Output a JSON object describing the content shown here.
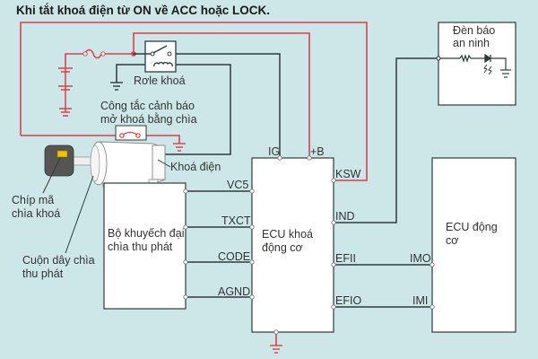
{
  "title": "Khi tắt khoá điện từ ON về ACC hoặc LOCK.",
  "components": {
    "relay": {
      "label": "Rơle khoá"
    },
    "warning_switch": {
      "label_line1": "Công tắc cảnh báo",
      "label_line2": "mở khoá bằng chìa"
    },
    "ignition_lock": {
      "label": "Khoá điện"
    },
    "key_chip": {
      "label_line1": "Chíp mã",
      "label_line2": "chìa khoá"
    },
    "coil": {
      "label_line1": "Cuộn dây chìa",
      "label_line2": "thu phát"
    },
    "amplifier": {
      "label_line1": "Bộ khuyếch đại",
      "label_line2": "chìa thu phát"
    },
    "immobilizer_ecu": {
      "label_line1": "ECU khoá",
      "label_line2": "động cơ",
      "pins_top": [
        "IG",
        "+B"
      ],
      "pins_left": [
        "VC5",
        "TXCT",
        "CODE",
        "AGND"
      ],
      "pins_right": [
        "KSW",
        "IND",
        "EFII",
        "EFIO"
      ]
    },
    "engine_ecu": {
      "label_line1": "ECU động",
      "label_line2": "cơ",
      "pins": [
        "IMO",
        "IMI"
      ]
    },
    "security_light": {
      "label_line1": "Đèn báo",
      "label_line2": "an ninh"
    }
  },
  "colors": {
    "background": "#cde7e8",
    "power_wire": "#d9414b",
    "signal_wire": "#2e3b3b",
    "box_fill": "#ffffff",
    "chip": "#f2c200",
    "key_body": "#555555"
  }
}
